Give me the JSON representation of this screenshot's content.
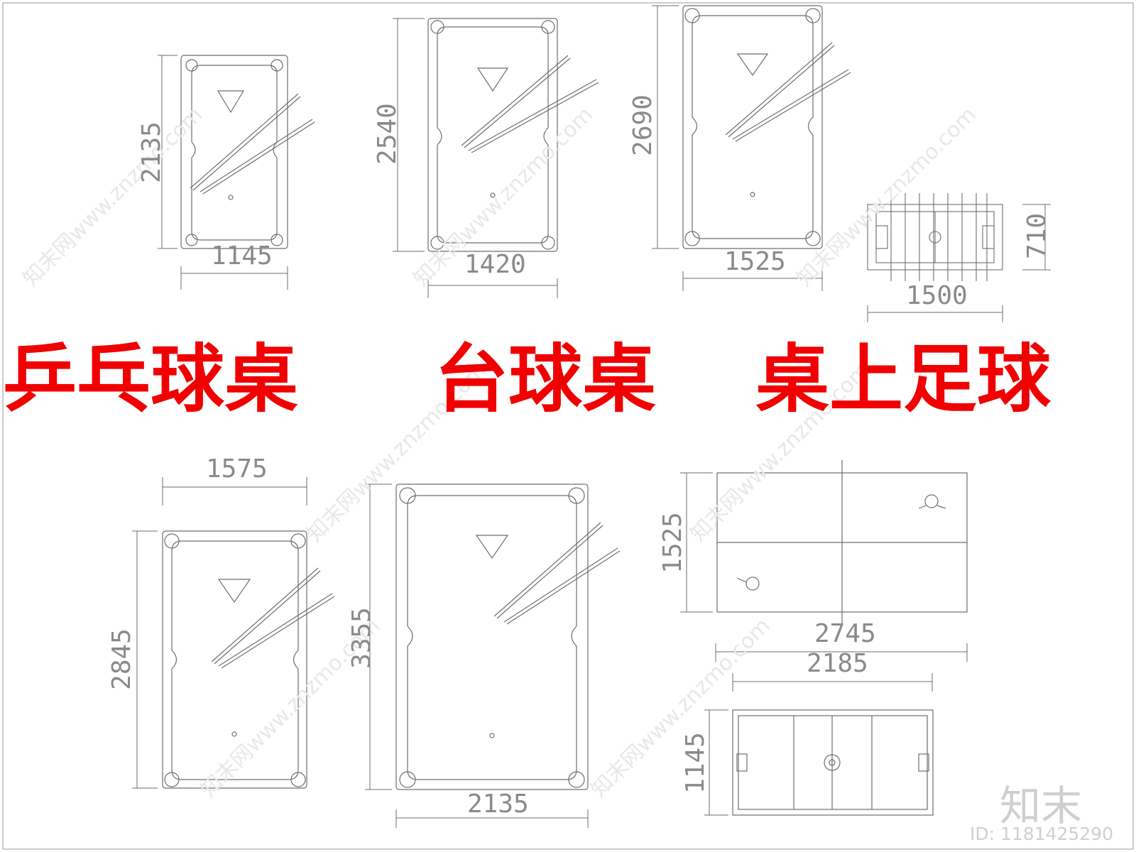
{
  "headings": {
    "pingpong": "乒乓球桌",
    "billiards": "台球桌",
    "foosball": "桌上足球"
  },
  "dimensions": {
    "pool1_height": "2135",
    "pool1_width": "1145",
    "pool2_height": "2540",
    "pool2_width": "1420",
    "pool3_height": "2690",
    "pool3_width": "1525",
    "foosball1_height": "710",
    "foosball1_width": "1500",
    "pool4_width": "1575",
    "pool4_height": "2845",
    "pool5_height": "3355",
    "pool5_width": "2135",
    "pingpong_height": "1525",
    "pingpong_width": "2745",
    "foosball2_width": "2185",
    "foosball2_height": "1145"
  },
  "watermark": {
    "brand": "知末",
    "id_label": "ID: 1181425290",
    "repeat_text": "知末网www.znzmo.com"
  },
  "colors": {
    "heading": "#f00000",
    "lines": "#6e6e6e",
    "dim_text": "#8a8a8a",
    "watermark": "#e4e4e4"
  }
}
